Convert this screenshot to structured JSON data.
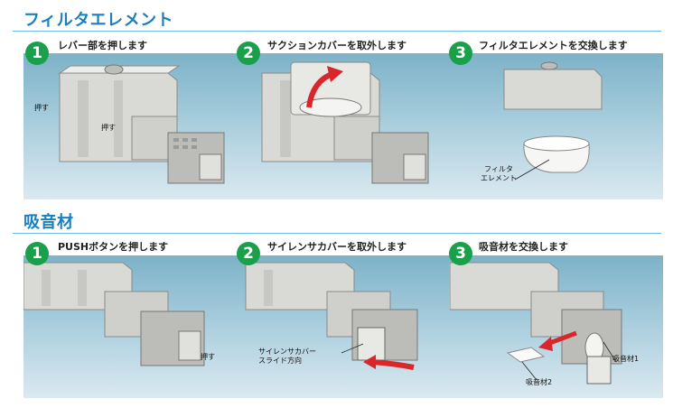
{
  "sections": {
    "filter": {
      "title": "フィルタエレメント",
      "steps": [
        {
          "number": "1",
          "label": "レバー部を押します",
          "callouts": [
            "押す",
            "押す"
          ]
        },
        {
          "number": "2",
          "label": "サクションカバーを取外します"
        },
        {
          "number": "3",
          "label": "フィルタエレメントを交換します",
          "callouts": [
            "フィルタ",
            "エレメント"
          ]
        }
      ]
    },
    "absorber": {
      "title": "吸音材",
      "steps": [
        {
          "number": "1",
          "label": "PUSHボタンを押します",
          "callouts": [
            "押す"
          ]
        },
        {
          "number": "2",
          "label": "サイレンサカバーを取外します",
          "callouts": [
            "サイレンサカバー",
            "スライド方向"
          ]
        },
        {
          "number": "3",
          "label": "吸音材を交換します",
          "callouts": [
            "吸音材1",
            "吸音材2"
          ]
        }
      ]
    }
  },
  "colors": {
    "title": "#1a7fbf",
    "badge": "#1aa04a",
    "arrow": "#d9262b"
  }
}
